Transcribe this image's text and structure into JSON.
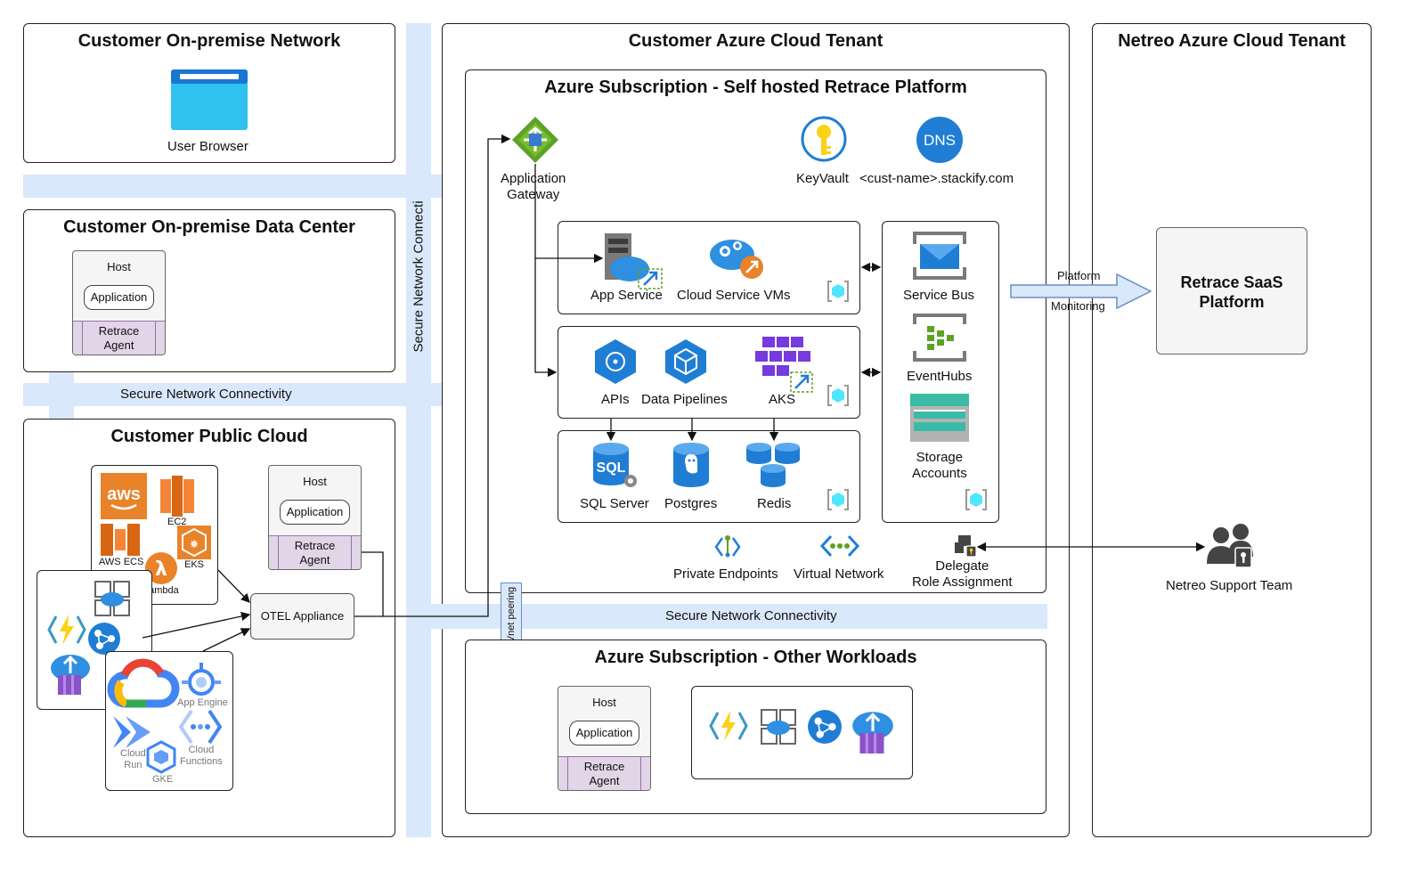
{
  "zones": {
    "onprem_network": "Customer On-premise Network",
    "onprem_dc": "Customer On-premise Data Center",
    "public_cloud": "Customer Public Cloud",
    "azure_tenant": "Customer Azure Cloud Tenant",
    "self_hosted_sub": "Azure Subscription - Self hosted Retrace Platform",
    "other_workloads_sub": "Azure Subscription - Other Workloads",
    "netreo_tenant": "Netreo Azure Cloud Tenant"
  },
  "labels": {
    "user_browser": "User Browser",
    "host": "Host",
    "application": "Application",
    "retrace_agent_1": "Retrace",
    "retrace_agent_2": "Agent",
    "secure_net": "Secure Network Connectivity",
    "secure_net_vertical": "Secure Network Connecti",
    "vnet_peering": "Vnet peering",
    "otel": "OTEL Appliance",
    "aws": "aws",
    "ec2": "EC2",
    "aws_ecs": "AWS ECS",
    "eks": "EKS",
    "lambda": "Lambda",
    "app_engine": "App Engine",
    "cloud_run_1": "Cloud",
    "cloud_run_2": "Run",
    "cloud_functions_1": "Cloud",
    "cloud_functions_2": "Functions",
    "gke": "GKE",
    "app_gateway_1": "Application",
    "app_gateway_2": "Gateway",
    "keyvault": "KeyVault",
    "dns": "<cust-name>.stackify.com",
    "dns_icon": "DNS",
    "app_service": "App Service",
    "cloud_service_vms": "Cloud Service VMs",
    "apis": "APIs",
    "data_pipelines": "Data Pipelines",
    "aks": "AKS",
    "sql_server": "SQL Server",
    "sql_icon": "SQL",
    "postgres": "Postgres",
    "redis": "Redis",
    "service_bus": "Service Bus",
    "eventhubs": "EventHubs",
    "storage_1": "Storage",
    "storage_2": "Accounts",
    "private_endpoints": "Private Endpoints",
    "virtual_network": "Virtual Network",
    "delegate_1": "Delegate",
    "delegate_2": "Role Assignment",
    "platform": "Platform",
    "monitoring": "Monitoring",
    "retrace_saas_1": "Retrace SaaS",
    "retrace_saas_2": "Platform",
    "netreo_support": "Netreo Support Team"
  },
  "colors": {
    "band": "#dae8fc",
    "agent_fill": "#e1d5e7",
    "agent_border": "#9673a6",
    "azure_blue": "#1f7ed4",
    "aws_orange": "#e8832a",
    "aks_purple": "#773adc"
  },
  "icons": [
    "browser-icon",
    "aws-icon",
    "ec2-icon",
    "ecs-icon",
    "eks-icon",
    "lambda-icon",
    "gcp-icon",
    "app-gateway-icon",
    "keyvault-icon",
    "dns-icon",
    "app-service-icon",
    "cloud-service-icon",
    "api-icon",
    "data-pipeline-icon",
    "aks-icon",
    "sql-icon",
    "postgres-icon",
    "redis-icon",
    "service-bus-icon",
    "eventhubs-icon",
    "storage-icon",
    "private-endpoint-icon",
    "vnet-icon",
    "delegate-icon",
    "support-team-icon"
  ]
}
